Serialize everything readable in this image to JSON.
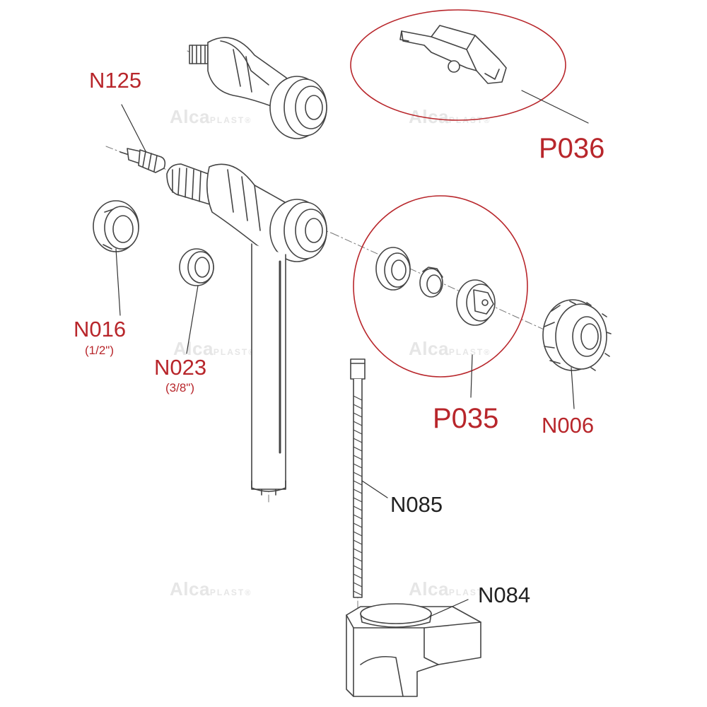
{
  "watermark": {
    "brand": "Alca",
    "suffix": "PLAST",
    "mark": "®"
  },
  "colors": {
    "label_red": "#b8262b",
    "label_black": "#222222",
    "outline": "#444444",
    "fill": "#ffffff",
    "shade": "#e4e4e4",
    "watermark": "#e6e6e6"
  },
  "parts": {
    "n125": {
      "code": "N125"
    },
    "n016": {
      "code": "N016",
      "size": "(1/2\")"
    },
    "n023": {
      "code": "N023",
      "size": "(3/8\")"
    },
    "p036": {
      "code": "P036"
    },
    "p035": {
      "code": "P035"
    },
    "n006": {
      "code": "N006"
    },
    "n085": {
      "code": "N085"
    },
    "n084": {
      "code": "N084"
    }
  }
}
